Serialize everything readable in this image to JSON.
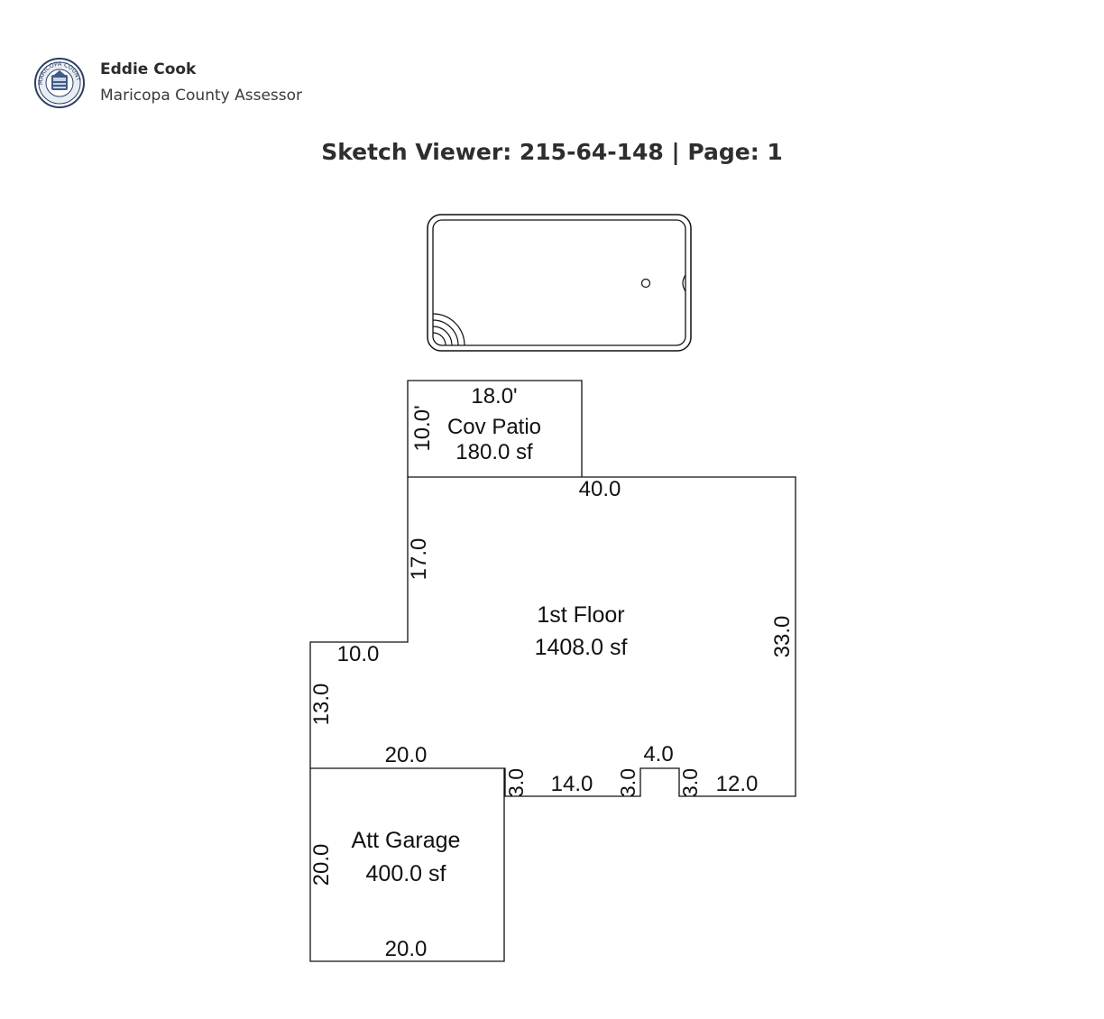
{
  "header": {
    "seal_icon": "maricopa-county-seal-icon",
    "seal_ring_text": "MARICOPA COUNTY",
    "assessor_name": "Eddie Cook",
    "office_name": "Maricopa County Assessor"
  },
  "title": "Sketch Viewer: 215-64-148 | Page: 1",
  "sketch": {
    "cov_patio": {
      "name": "Cov Patio",
      "area": "180.0 sf",
      "dim_top": "18.0'",
      "dim_left": "10.0'"
    },
    "first_floor": {
      "name": "1st Floor",
      "area": "1408.0 sf",
      "dim_top": "40.0",
      "dim_right": "33.0",
      "dim_left_upper": "17.0",
      "dim_step": "10.0",
      "dim_left_lower": "13.0",
      "dim_bottom_left": "20.0",
      "dim_notch_1_height": "3.0",
      "dim_bottom_mid": "14.0",
      "dim_notch_2_height": "3.0",
      "dim_notch_width": "4.0",
      "dim_notch_3_height": "3.0",
      "dim_bottom_right": "12.0"
    },
    "att_garage": {
      "name": "Att Garage",
      "area": "400.0 sf",
      "dim_left": "20.0",
      "dim_bottom": "20.0"
    }
  }
}
